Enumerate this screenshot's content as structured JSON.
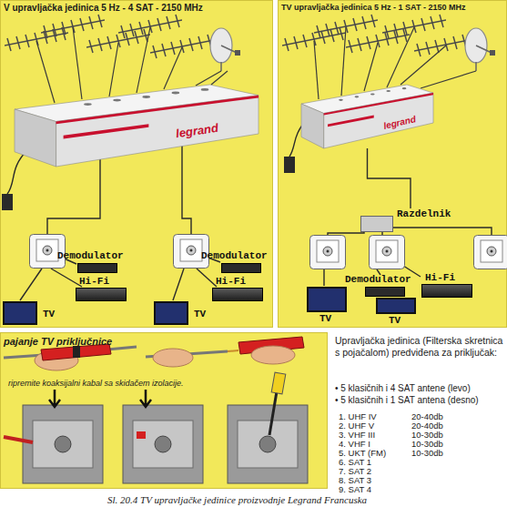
{
  "diagram": {
    "caption": "Sl. 20.4 TV upravljačke jedinice proizvodnje Legrand Francuska",
    "nodes": [
      {
        "text": [
          "V upravljačka jedinica 5 Hz - 4 SAT - 2150 MHz"
        ]
      },
      {
        "text": [
          "legrand"
        ],
        "in": 0
      },
      {
        "text": [
          "Demodulator"
        ],
        "in": 0
      },
      {
        "text": [
          "Hi-Fi"
        ],
        "in": 0
      },
      {
        "text": [
          "TV"
        ],
        "in": 0
      },
      {
        "text": [
          "Demodulator"
        ],
        "in": 0
      },
      {
        "text": [
          "Hi-Fi"
        ],
        "in": 0
      },
      {
        "text": [
          "TV"
        ],
        "in": 0
      },
      {
        "text": [
          "TV upravljačka jedinica 5 Hz - 1 SAT - 2150 MHz"
        ]
      },
      {
        "text": [
          "legrand"
        ],
        "in": 8
      },
      {
        "text": [
          "Razdelnik"
        ],
        "in": 8
      },
      {
        "text": [
          "Hi-Fi"
        ],
        "in": 8
      },
      {
        "text": [
          "Demodulator"
        ],
        "in": 8
      },
      {
        "text": [
          "TV"
        ],
        "in": 8
      },
      {
        "text": [
          "TV"
        ],
        "in": 8
      },
      {
        "text": [
          "pajanje TV priključnice",
          "ripremite koaksijalni kabal sa skidačem izolacije."
        ]
      }
    ],
    "edges": [
      {
        "from": 9,
        "to": 10,
        "arrow": "none"
      }
    ],
    "labels": [
      "Upravljačka jedinica (Filterska skretnica s pojačalom) predviđena za priključak:",
      "• 5 klasičnih i 4 SAT antene (levo)",
      "• 5 klasičnih i 1 SAT antena (desno)",
      "1. UHF IV",
      "20-40db",
      "2. UHF V",
      "20-40db",
      "3. VHF III",
      "10-30db",
      "4. VHF I",
      "10-30db",
      "5. UKT (FM)",
      "10-30db",
      "6. SAT 1",
      "7. SAT 2",
      "8. SAT 3",
      "9. SAT 4"
    ]
  }
}
